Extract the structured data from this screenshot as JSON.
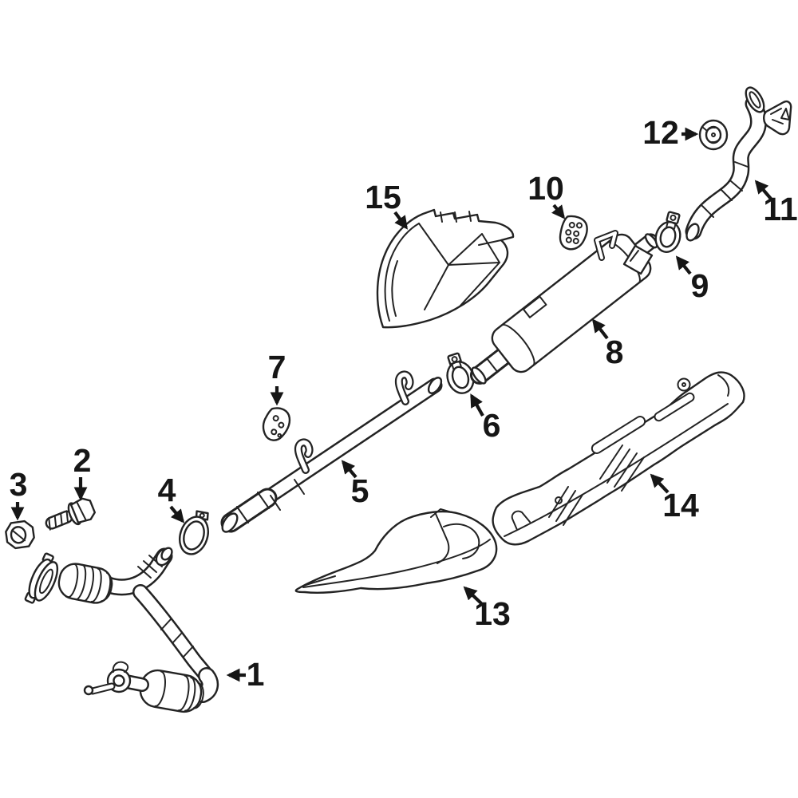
{
  "figure": {
    "background_color": "#ffffff",
    "line_color": "#232323",
    "label_color": "#161616"
  },
  "callouts": [
    {
      "label": "1"
    },
    {
      "label": "2"
    },
    {
      "label": "3"
    },
    {
      "label": "4"
    },
    {
      "label": "5"
    },
    {
      "label": "6"
    },
    {
      "label": "7"
    },
    {
      "label": "8"
    },
    {
      "label": "9"
    },
    {
      "label": "10"
    },
    {
      "label": "11"
    },
    {
      "label": "12"
    },
    {
      "label": "13"
    },
    {
      "label": "14"
    },
    {
      "label": "15"
    }
  ]
}
